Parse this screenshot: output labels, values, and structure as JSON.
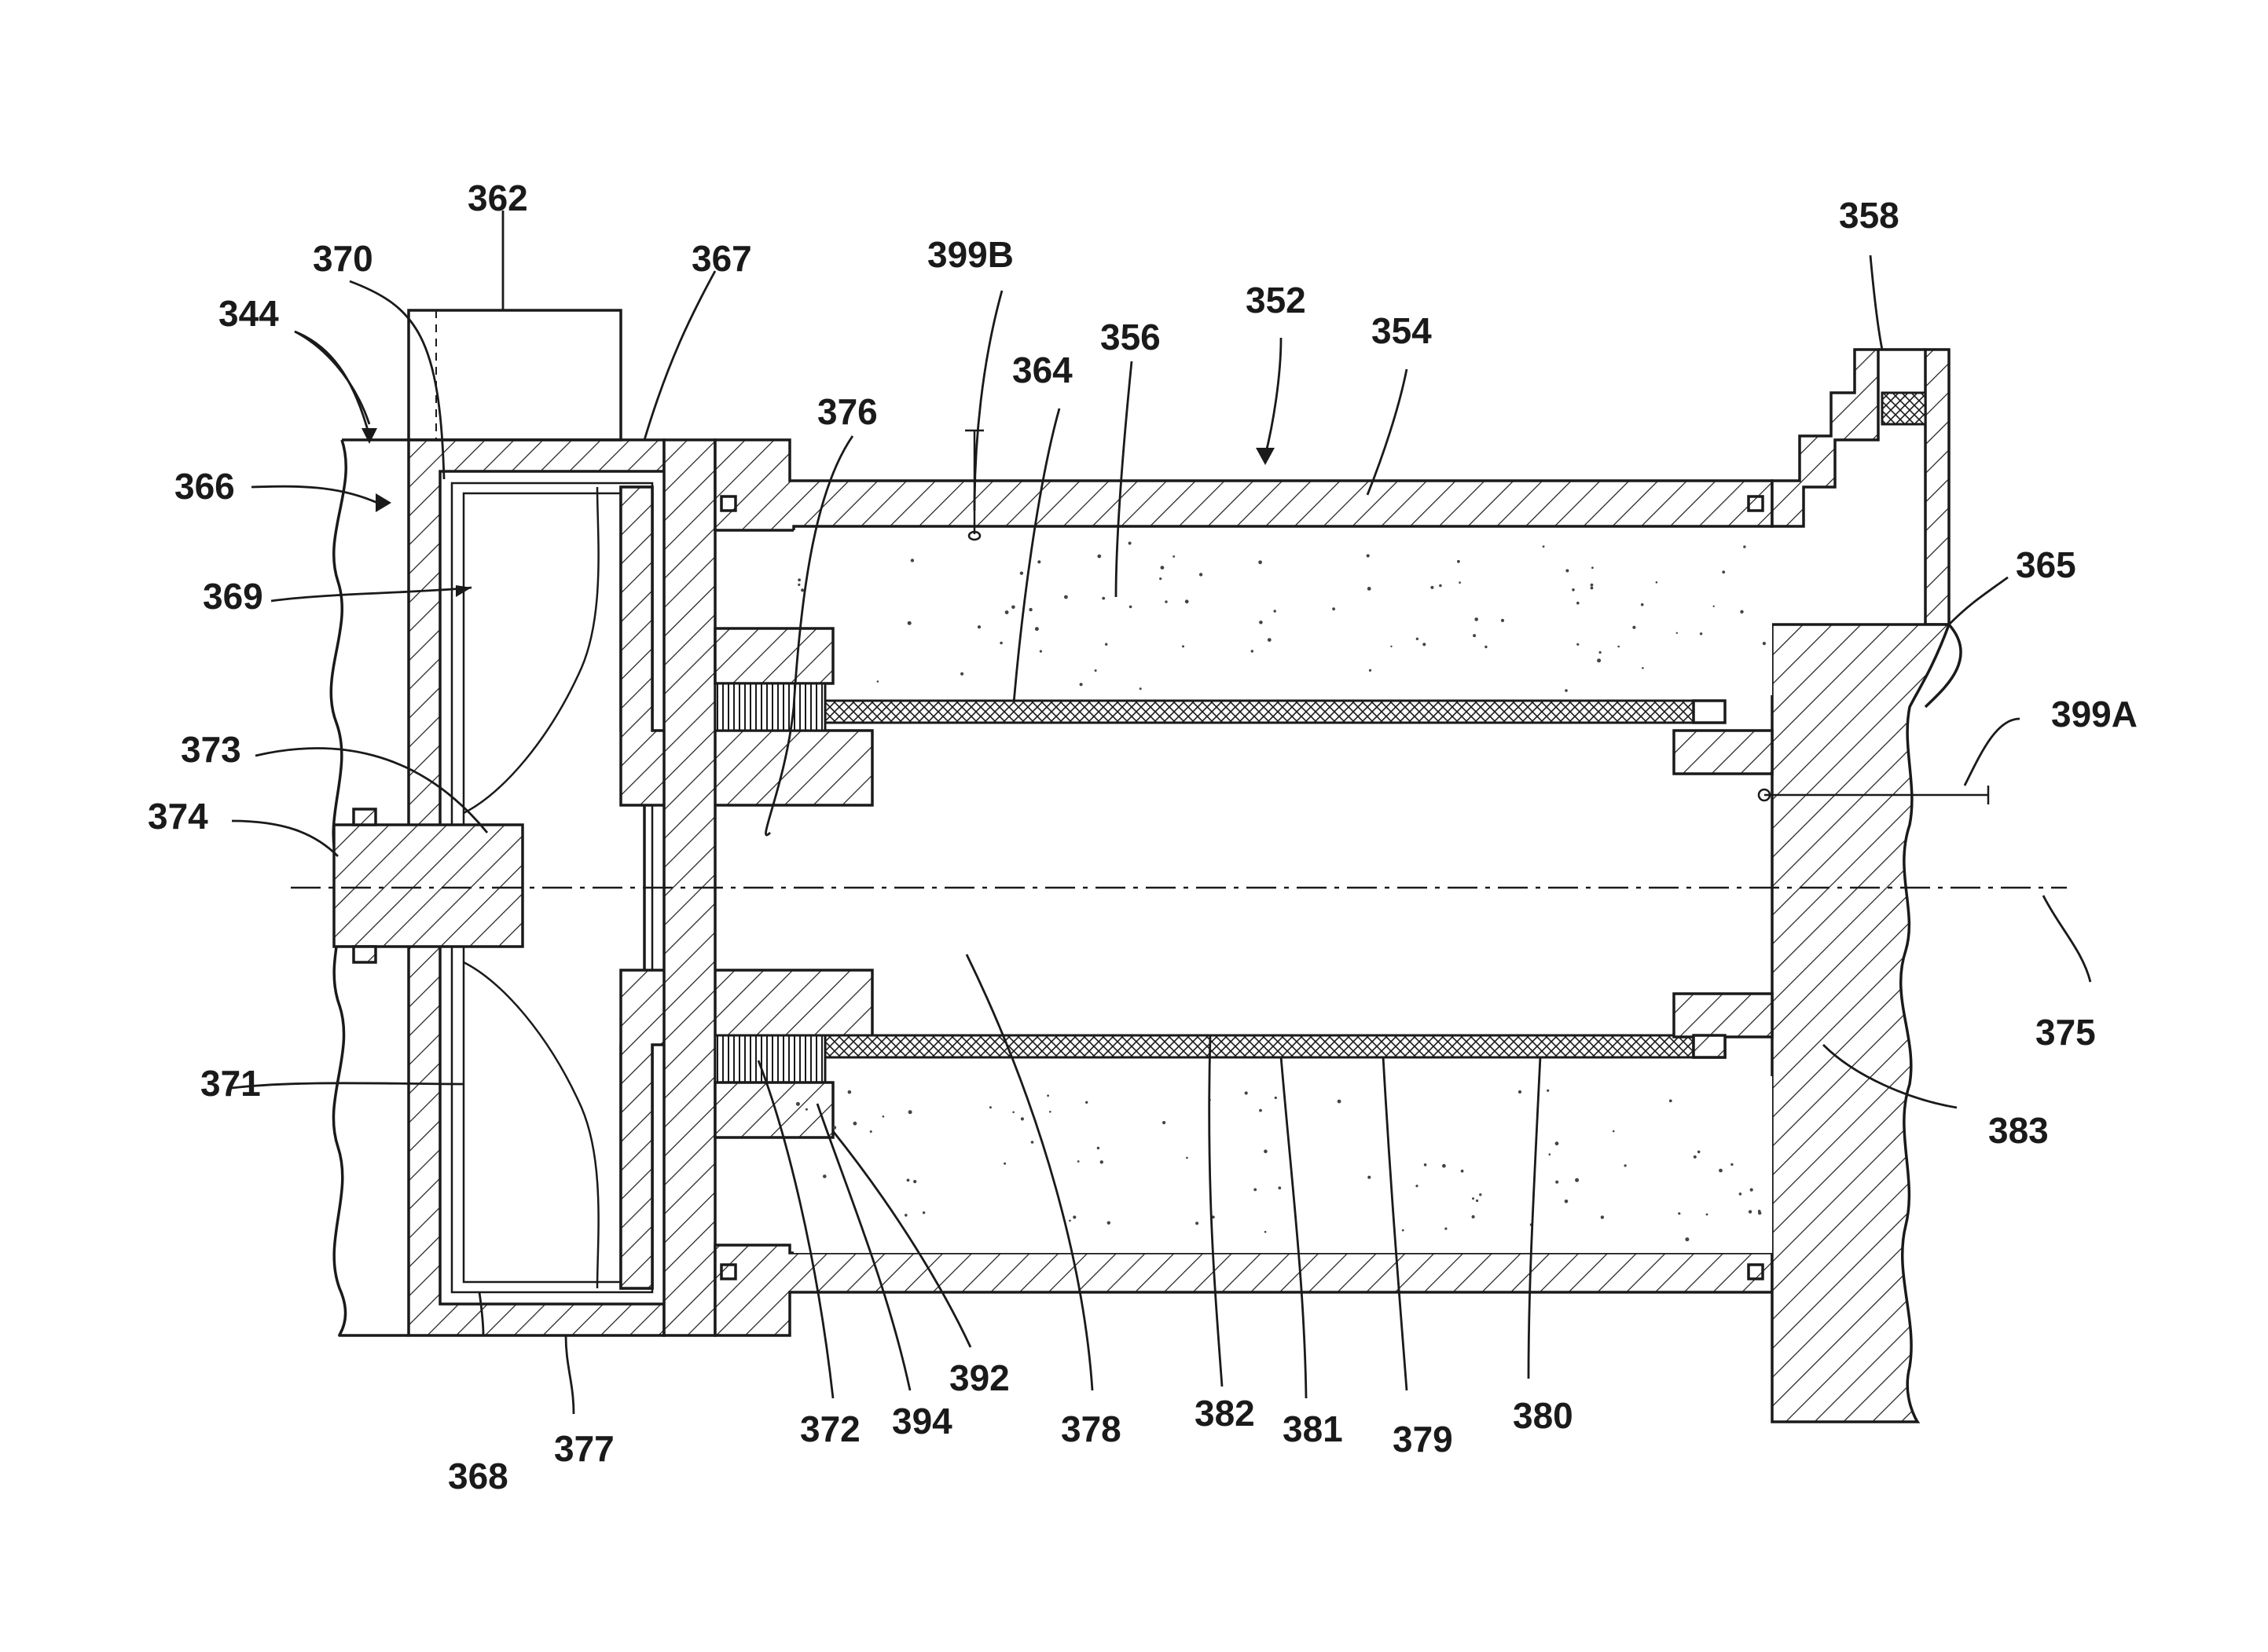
{
  "figure": {
    "labels": {
      "l362": "362",
      "l370": "370",
      "l367": "367",
      "l344": "344",
      "l366": "366",
      "l369": "369",
      "l373": "373",
      "l374": "374",
      "l371": "371",
      "l368": "368",
      "l377": "377",
      "l376": "376",
      "l399b": "399B",
      "l364": "364",
      "l356": "356",
      "l352": "352",
      "l354": "354",
      "l358": "358",
      "l365": "365",
      "l399a": "399A",
      "l375": "375",
      "l383": "383",
      "l380": "380",
      "l379": "379",
      "l381": "381",
      "l382": "382",
      "l378": "378",
      "l392": "392",
      "l394": "394",
      "l372": "372"
    }
  }
}
